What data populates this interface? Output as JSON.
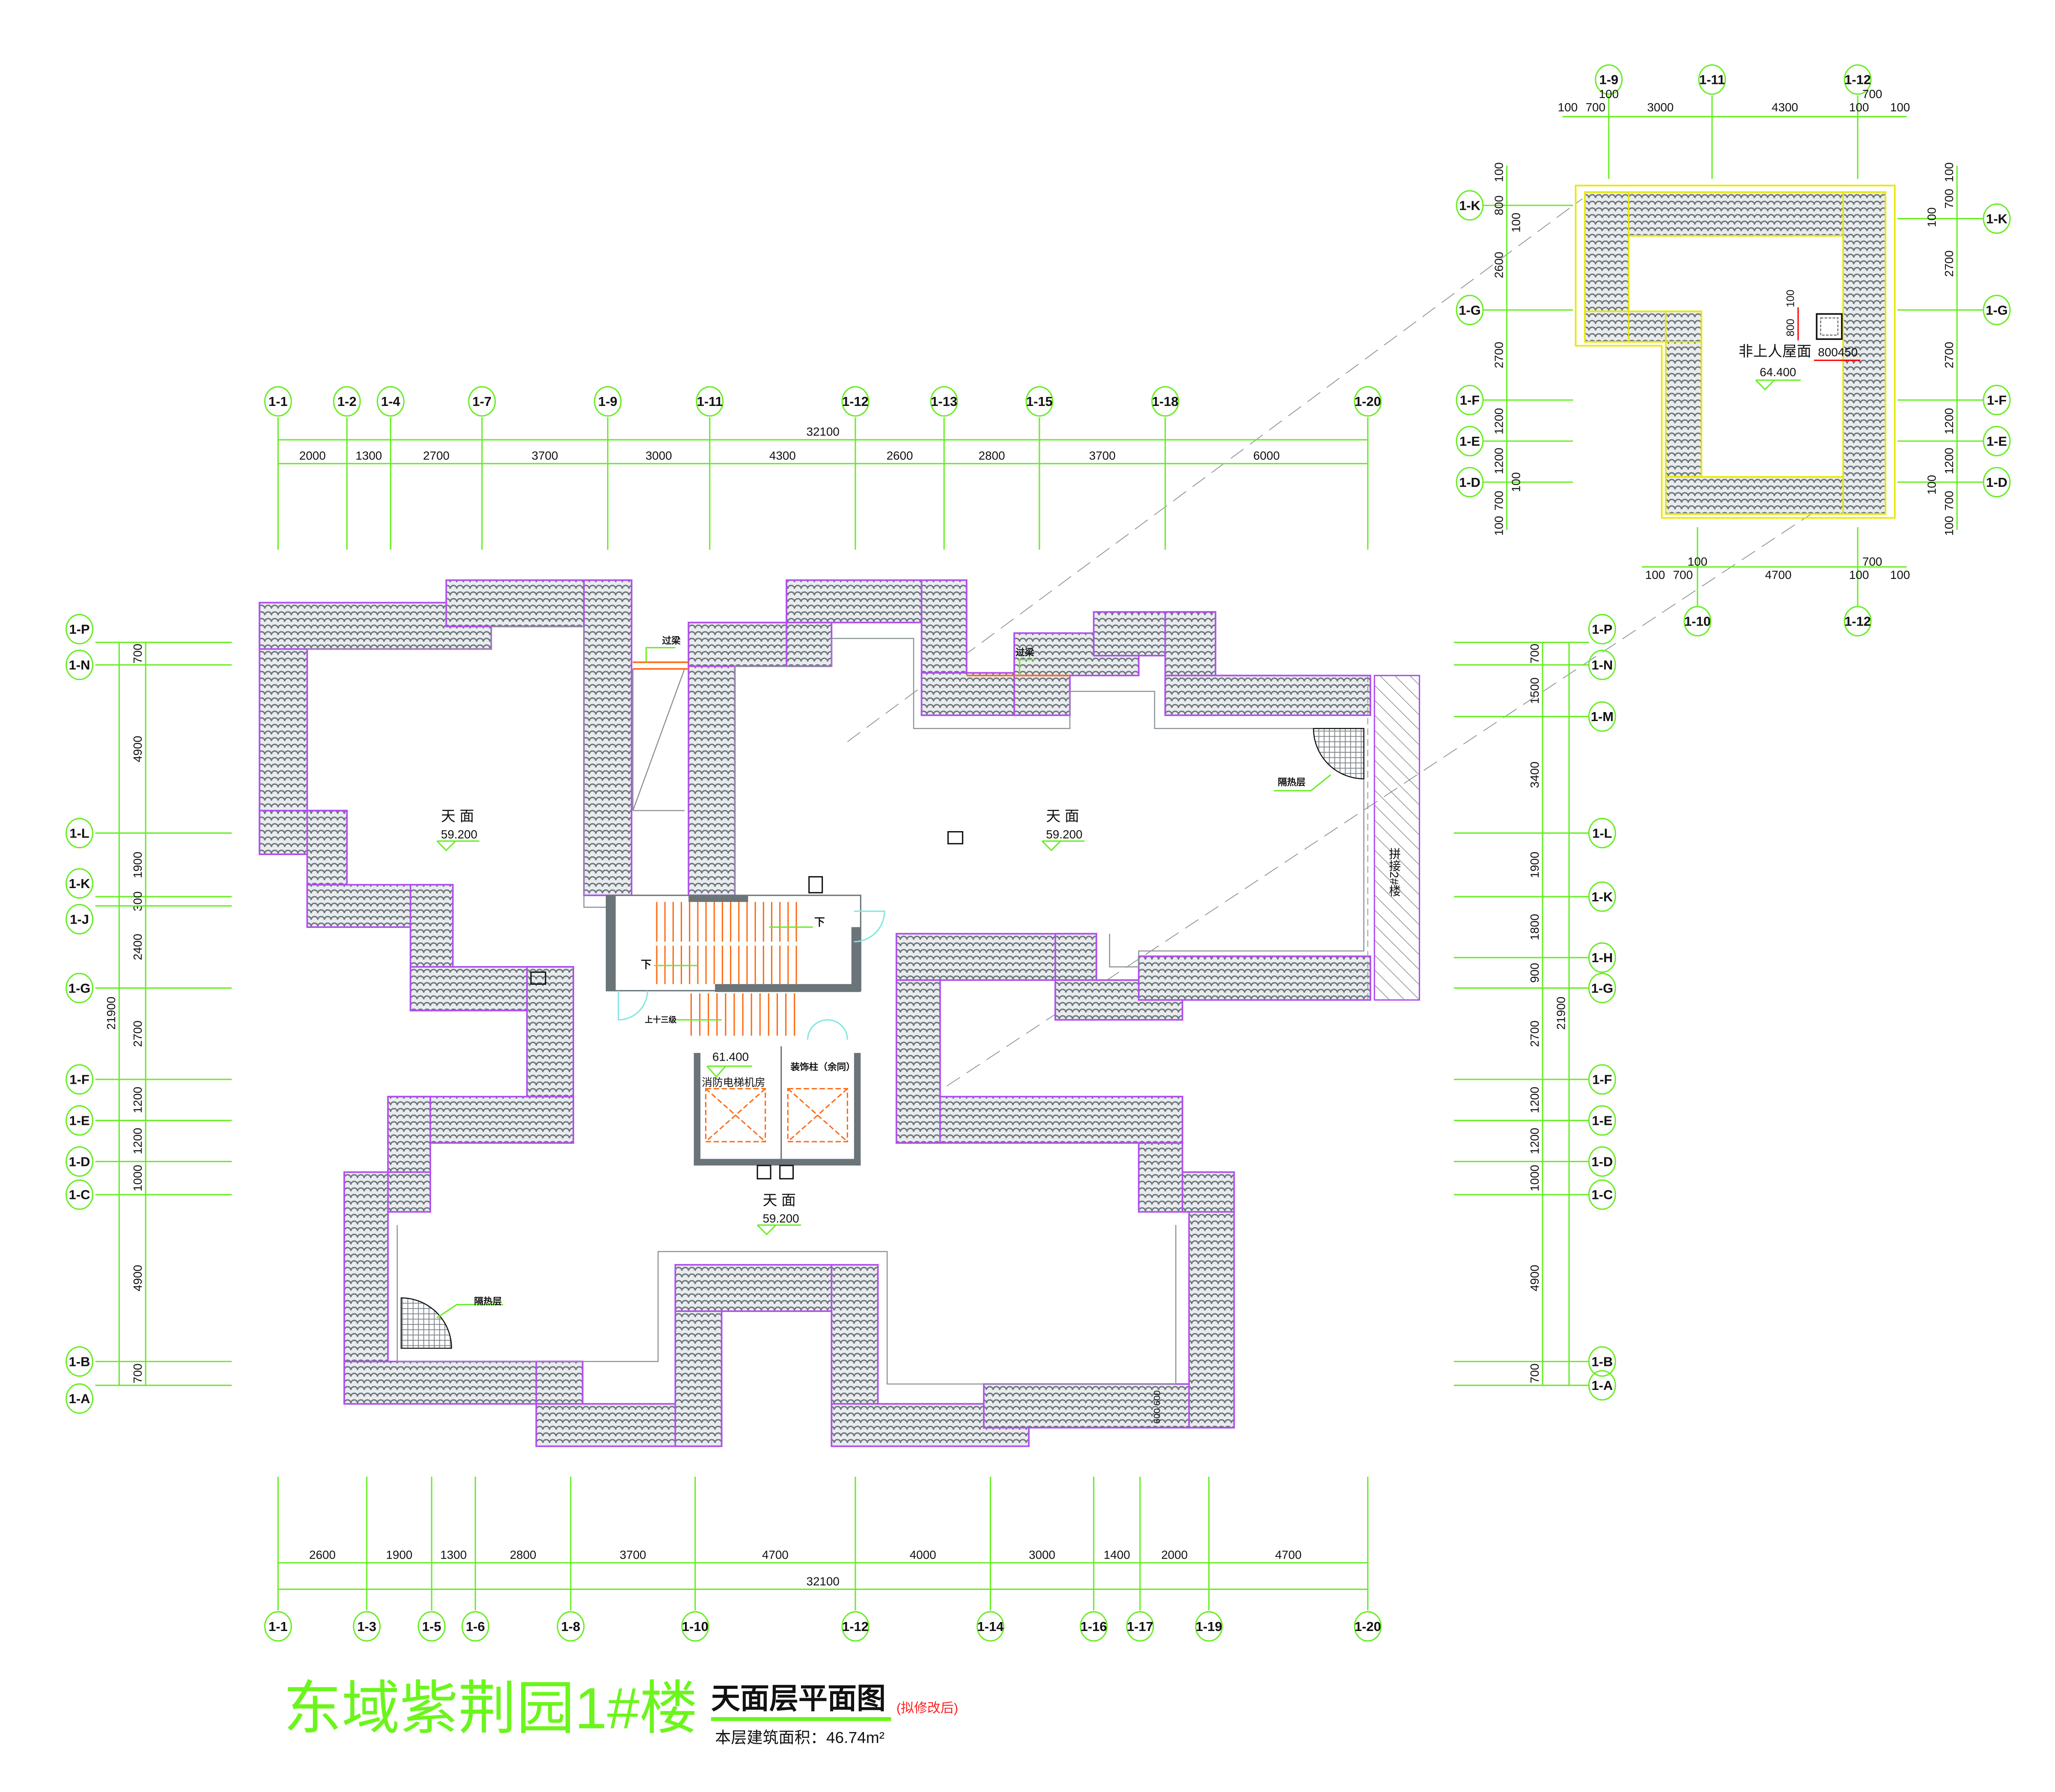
{
  "title": {
    "project": "东域紫荆园1#楼",
    "drawing": "天面层平面图",
    "revision_note": "(拟修改后)",
    "area_note": "本层建筑面积：46.74m²"
  },
  "main_plan": {
    "top_axes": [
      "1-1",
      "1-2",
      "1-4",
      "1-7",
      "1-9",
      "1-11",
      "1-12",
      "1-13",
      "1-15",
      "1-18",
      "1-20"
    ],
    "top_dims": [
      "2000",
      "1300",
      "2700",
      "3700",
      "3000",
      "4300",
      "2600",
      "2800",
      "3700",
      "6000"
    ],
    "top_total": "32100",
    "bottom_axes": [
      "1-1",
      "1-3",
      "1-5",
      "1-6",
      "1-8",
      "1-10",
      "1-12",
      "1-14",
      "1-16",
      "1-17",
      "1-19",
      "1-20"
    ],
    "bottom_dims": [
      "2600",
      "1900",
      "1300",
      "2800",
      "3700",
      "4700",
      "4000",
      "3000",
      "1400",
      "2000",
      "4700"
    ],
    "bottom_total": "32100",
    "left_axes": [
      "1-P",
      "1-N",
      "1-L",
      "1-K",
      "1-J",
      "1-G",
      "1-F",
      "1-E",
      "1-D",
      "1-C",
      "1-B",
      "1-A"
    ],
    "left_dims": [
      "700",
      "4900",
      "1900",
      "300",
      "2400",
      "2700",
      "1200",
      "1200",
      "1000",
      "4900",
      "700"
    ],
    "left_total": "21900",
    "right_axes": [
      "1-P",
      "1-N",
      "1-M",
      "1-L",
      "1-K",
      "1-H",
      "1-G",
      "1-F",
      "1-E",
      "1-D",
      "1-C",
      "1-B",
      "1-A"
    ],
    "right_dims": [
      "700",
      "1500",
      "3400",
      "1900",
      "1800",
      "900",
      "2700",
      "1200",
      "1200",
      "1000",
      "4900",
      "700"
    ],
    "right_total": "21900",
    "roof_areas": [
      {
        "name": "天 面",
        "elevation": "59.200"
      },
      {
        "name": "天 面",
        "elevation": "59.200"
      },
      {
        "name": "天 面",
        "elevation": "59.200"
      }
    ],
    "machine_room": {
      "elevation": "61.400",
      "name": "消防电梯机房"
    },
    "labels": {
      "lintel_1": "过梁",
      "lintel_2": "过梁",
      "insulation_1": "隔热层",
      "insulation_2": "隔热层",
      "down_1": "下",
      "down_2": "下",
      "up_steps": "上十三级",
      "decor_column": "装饰柱（余同）",
      "join_building": "拼接2#楼",
      "dim_600": "600 600"
    }
  },
  "inset_plan": {
    "top_axes": [
      "1-9",
      "1-11",
      "1-12"
    ],
    "top_dims": [
      "100",
      "700",
      "3000",
      "4300",
      "100",
      "100"
    ],
    "top_dims_upper": [
      "100",
      "700"
    ],
    "bottom_axes": [
      "1-10",
      "1-12"
    ],
    "bottom_dims": [
      "100",
      "700",
      "4700",
      "100",
      "100"
    ],
    "bottom_dims_upper": [
      "100",
      "700"
    ],
    "left_axes": [
      "1-K",
      "1-G",
      "1-F",
      "1-E",
      "1-D"
    ],
    "left_dims": [
      "100",
      "800",
      "100",
      "2600",
      "2700",
      "1200",
      "1200",
      "100",
      "700",
      "100"
    ],
    "right_axes": [
      "1-K",
      "1-G",
      "1-F",
      "1-E",
      "1-D"
    ],
    "right_dims": [
      "100",
      "700",
      "100",
      "2700",
      "2700",
      "1200",
      "1200",
      "100",
      "700",
      "100"
    ],
    "roof_name": "非上人屋面",
    "elevation": "64.400",
    "hatch_dims": {
      "h1": "100",
      "h2": "800",
      "w": "800450"
    }
  },
  "colors": {
    "grid": "#66ee22",
    "roof_outline": "#b04ff0",
    "stairs": "#ff6a13",
    "revision": "#ff2020"
  }
}
